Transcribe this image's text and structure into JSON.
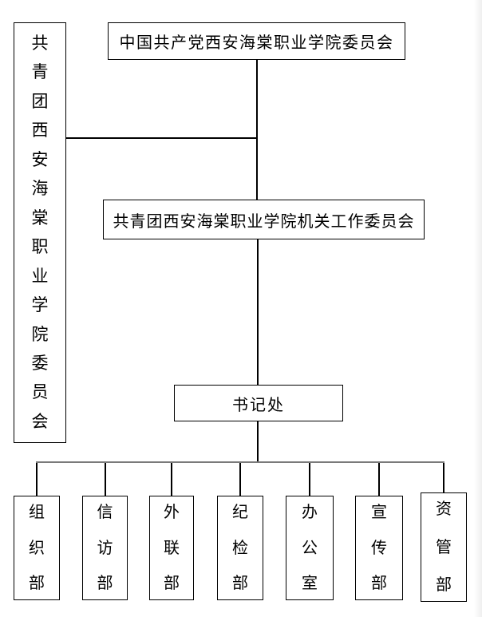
{
  "diagram": {
    "type": "org-chart",
    "nodes": {
      "party_committee": "中国共产党西安海棠职业学院委员会",
      "league_committee": "共青团西安海棠职业学院委员会",
      "work_committee": "共青团西安海棠职业学院机关工作委员会",
      "secretariat": "书记处",
      "departments": [
        "组织部",
        "信访部",
        "外联部",
        "纪检部",
        "办公室",
        "宣传部",
        "资管部"
      ]
    },
    "colors": {
      "box_border": "#000000",
      "connector": "#000000",
      "distribution_line": "#7a7a7a",
      "background": "#ffffff",
      "text": "#000000"
    }
  }
}
